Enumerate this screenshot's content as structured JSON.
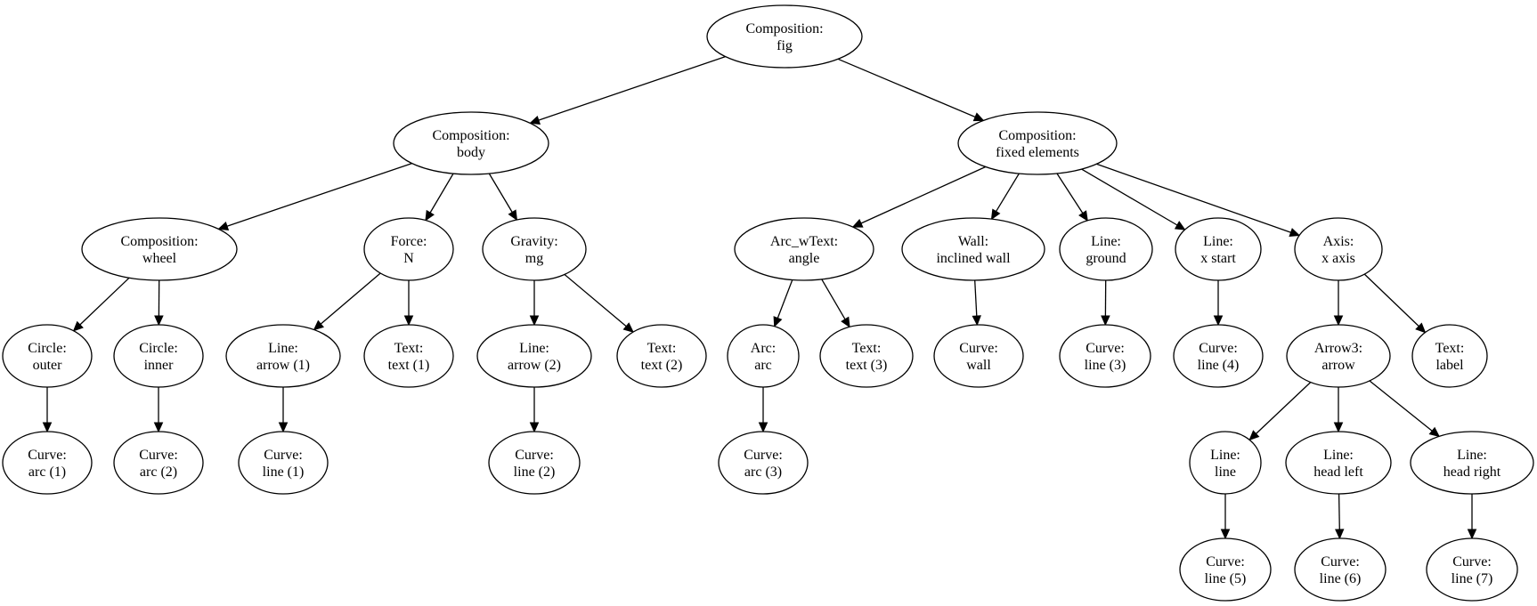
{
  "diagram": {
    "type": "tree",
    "nodes": [
      {
        "id": "fig",
        "line1": "Composition:",
        "line2": "fig"
      },
      {
        "id": "body",
        "line1": "Composition:",
        "line2": "body"
      },
      {
        "id": "fixed",
        "line1": "Composition:",
        "line2": "fixed elements"
      },
      {
        "id": "wheel",
        "line1": "Composition:",
        "line2": "wheel"
      },
      {
        "id": "forceN",
        "line1": "Force:",
        "line2": "N"
      },
      {
        "id": "gravity",
        "line1": "Gravity:",
        "line2": "mg"
      },
      {
        "id": "angle",
        "line1": "Arc_wText:",
        "line2": "angle"
      },
      {
        "id": "wall",
        "line1": "Wall:",
        "line2": "inclined wall"
      },
      {
        "id": "ground",
        "line1": "Line:",
        "line2": "ground"
      },
      {
        "id": "xstart",
        "line1": "Line:",
        "line2": "x start"
      },
      {
        "id": "xaxis",
        "line1": "Axis:",
        "line2": "x axis"
      },
      {
        "id": "outer",
        "line1": "Circle:",
        "line2": "outer"
      },
      {
        "id": "inner",
        "line1": "Circle:",
        "line2": "inner"
      },
      {
        "id": "arrow1",
        "line1": "Line:",
        "line2": "arrow (1)"
      },
      {
        "id": "text1",
        "line1": "Text:",
        "line2": "text (1)"
      },
      {
        "id": "arrow2",
        "line1": "Line:",
        "line2": "arrow (2)"
      },
      {
        "id": "text2",
        "line1": "Text:",
        "line2": "text (2)"
      },
      {
        "id": "arc",
        "line1": "Arc:",
        "line2": "arc"
      },
      {
        "id": "text3",
        "line1": "Text:",
        "line2": "text (3)"
      },
      {
        "id": "curvewall",
        "line1": "Curve:",
        "line2": "wall"
      },
      {
        "id": "line3",
        "line1": "Curve:",
        "line2": "line (3)"
      },
      {
        "id": "line4",
        "line1": "Curve:",
        "line2": "line (4)"
      },
      {
        "id": "arrow3",
        "line1": "Arrow3:",
        "line2": "arrow"
      },
      {
        "id": "label",
        "line1": "Text:",
        "line2": "label"
      },
      {
        "id": "arc1",
        "line1": "Curve:",
        "line2": "arc (1)"
      },
      {
        "id": "arc2",
        "line1": "Curve:",
        "line2": "arc (2)"
      },
      {
        "id": "line1c",
        "line1": "Curve:",
        "line2": "line (1)"
      },
      {
        "id": "line2c",
        "line1": "Curve:",
        "line2": "line (2)"
      },
      {
        "id": "arc3",
        "line1": "Curve:",
        "line2": "arc (3)"
      },
      {
        "id": "lineline",
        "line1": "Line:",
        "line2": "line"
      },
      {
        "id": "headleft",
        "line1": "Line:",
        "line2": "head left"
      },
      {
        "id": "headright",
        "line1": "Line:",
        "line2": "head right"
      },
      {
        "id": "line5",
        "line1": "Curve:",
        "line2": "line (5)"
      },
      {
        "id": "line6",
        "line1": "Curve:",
        "line2": "line (6)"
      },
      {
        "id": "line7",
        "line1": "Curve:",
        "line2": "line (7)"
      }
    ],
    "edges": [
      [
        "fig",
        "body"
      ],
      [
        "fig",
        "fixed"
      ],
      [
        "body",
        "wheel"
      ],
      [
        "body",
        "forceN"
      ],
      [
        "body",
        "gravity"
      ],
      [
        "fixed",
        "angle"
      ],
      [
        "fixed",
        "wall"
      ],
      [
        "fixed",
        "ground"
      ],
      [
        "fixed",
        "xstart"
      ],
      [
        "fixed",
        "xaxis"
      ],
      [
        "wheel",
        "outer"
      ],
      [
        "wheel",
        "inner"
      ],
      [
        "forceN",
        "arrow1"
      ],
      [
        "forceN",
        "text1"
      ],
      [
        "gravity",
        "arrow2"
      ],
      [
        "gravity",
        "text2"
      ],
      [
        "angle",
        "arc"
      ],
      [
        "angle",
        "text3"
      ],
      [
        "wall",
        "curvewall"
      ],
      [
        "ground",
        "line3"
      ],
      [
        "xstart",
        "line4"
      ],
      [
        "xaxis",
        "arrow3"
      ],
      [
        "xaxis",
        "label"
      ],
      [
        "outer",
        "arc1"
      ],
      [
        "inner",
        "arc2"
      ],
      [
        "arrow1",
        "line1c"
      ],
      [
        "arrow2",
        "line2c"
      ],
      [
        "arc",
        "arc3"
      ],
      [
        "arrow3",
        "lineline"
      ],
      [
        "arrow3",
        "headleft"
      ],
      [
        "arrow3",
        "headright"
      ],
      [
        "lineline",
        "line5"
      ],
      [
        "headleft",
        "line6"
      ],
      [
        "headright",
        "line7"
      ]
    ]
  }
}
